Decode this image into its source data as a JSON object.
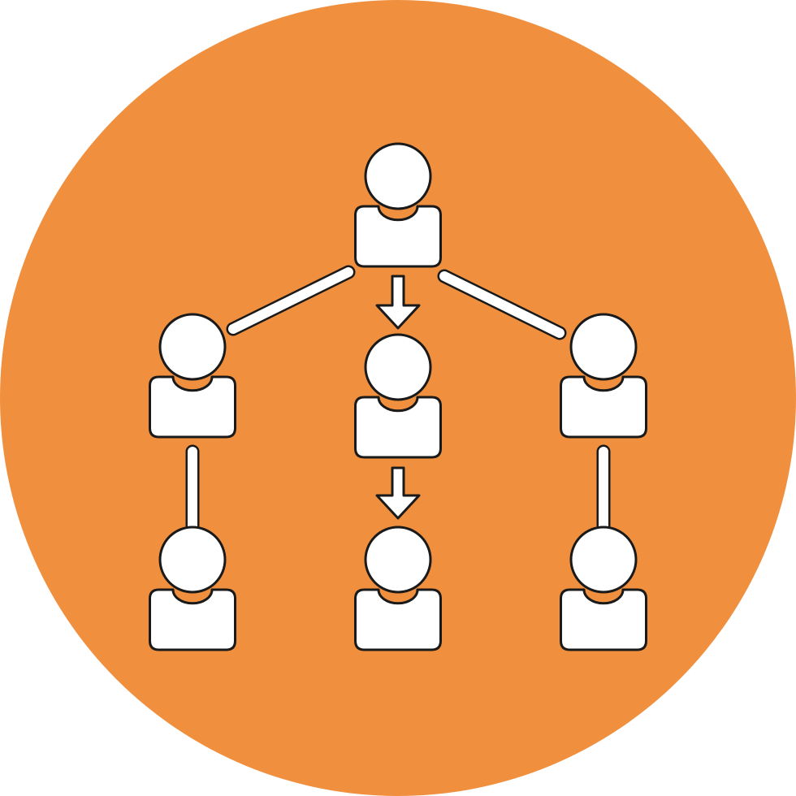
{
  "icon": {
    "name": "organizational-hierarchy-icon",
    "background_color": "#F0903F",
    "fill_color": "#FFFFFF",
    "outline_color": "#1A1A1A",
    "nodes": [
      {
        "id": "top",
        "icon": "person-icon"
      },
      {
        "id": "middle-left",
        "icon": "person-icon"
      },
      {
        "id": "middle-center",
        "icon": "person-icon"
      },
      {
        "id": "middle-right",
        "icon": "person-icon"
      },
      {
        "id": "bottom-left",
        "icon": "person-icon"
      },
      {
        "id": "bottom-center",
        "icon": "person-icon"
      },
      {
        "id": "bottom-right",
        "icon": "person-icon"
      }
    ],
    "connections": [
      {
        "from": "top",
        "to": "middle-left",
        "style": "line"
      },
      {
        "from": "top",
        "to": "middle-right",
        "style": "line"
      },
      {
        "from": "top",
        "to": "middle-center",
        "style": "arrow"
      },
      {
        "from": "middle-center",
        "to": "bottom-center",
        "style": "arrow"
      },
      {
        "from": "middle-left",
        "to": "bottom-left",
        "style": "line"
      },
      {
        "from": "middle-right",
        "to": "bottom-right",
        "style": "line"
      }
    ]
  }
}
